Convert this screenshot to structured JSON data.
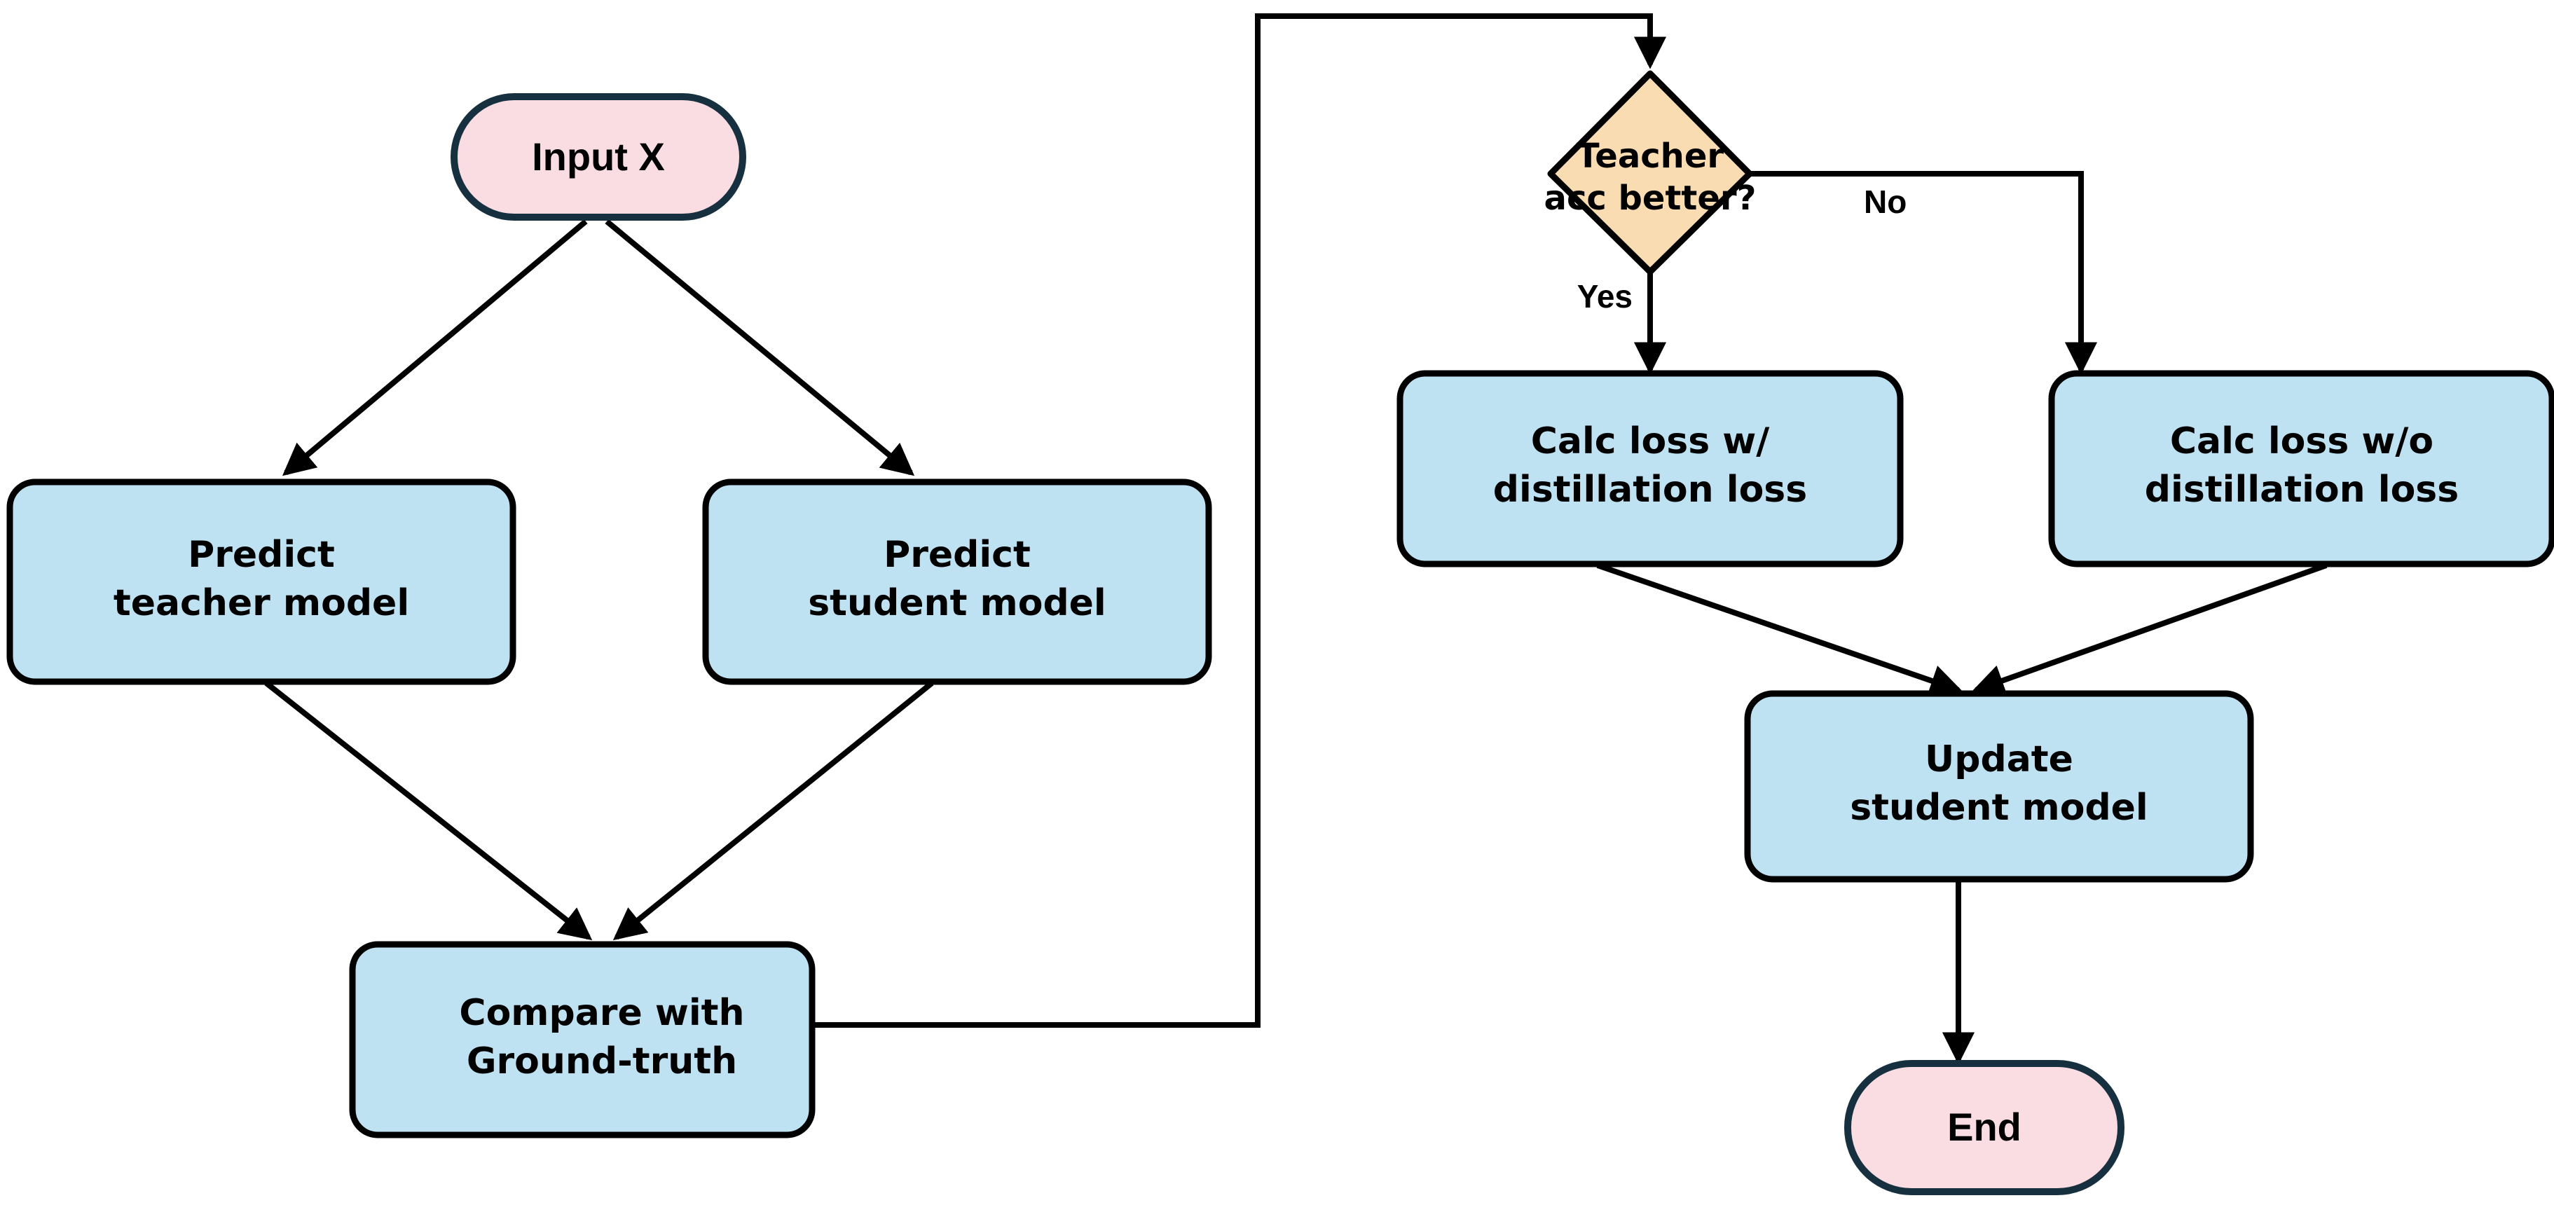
{
  "diagram": {
    "title": "Knowledge distillation training flowchart",
    "type": "flowchart",
    "background": "#ffffff",
    "palette": {
      "terminator_fill": "#fadde2",
      "terminator_stroke": "#16303f",
      "process_fill": "#bfe2f3",
      "process_stroke": "#000000",
      "decision_fill": "#fadcb3",
      "decision_stroke": "#000000",
      "edge_color": "#000000",
      "text_color": "#000000"
    },
    "nodes": {
      "input_x": {
        "label": "Input X",
        "shape": "terminator"
      },
      "predict_teacher": {
        "line1": "Predict",
        "line2": "teacher model",
        "shape": "process"
      },
      "predict_student": {
        "line1": "Predict",
        "line2": "student model",
        "shape": "process"
      },
      "compare_gt": {
        "line1": "Compare with",
        "line2": "Ground-truth",
        "shape": "process"
      },
      "teacher_acc": {
        "line1": "Teacher",
        "line2": "acc better?",
        "shape": "decision"
      },
      "calc_with": {
        "line1": "Calc loss w/",
        "line2": "distillation loss",
        "shape": "process"
      },
      "calc_without": {
        "line1": "Calc loss w/o",
        "line2": "distillation loss",
        "shape": "process"
      },
      "update_student": {
        "line1": "Update",
        "line2": "student model",
        "shape": "process"
      },
      "end": {
        "label": "End",
        "shape": "terminator"
      }
    },
    "edge_labels": {
      "yes": "Yes",
      "no": "No"
    }
  }
}
